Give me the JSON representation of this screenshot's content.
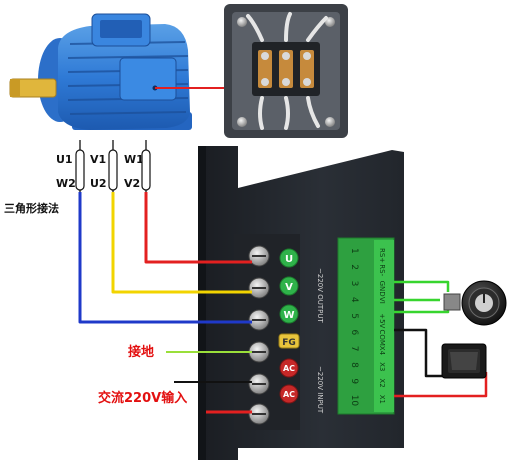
{
  "motor": {
    "terminals_top": [
      "U1",
      "V1",
      "W1"
    ],
    "terminals_bottom": [
      "W2",
      "U2",
      "V2"
    ],
    "connection_label": "三角形接法"
  },
  "drive": {
    "output_terminals": [
      "U",
      "V",
      "W"
    ],
    "ground_terminal": "FG",
    "input_terminals": [
      "AC",
      "AC"
    ],
    "output_caption": "~220V OUTPUT",
    "input_caption": "~220V INPUT",
    "control_numbers": [
      "1",
      "2",
      "3",
      "4",
      "5",
      "6",
      "7",
      "8",
      "9",
      "10"
    ],
    "control_labels": [
      "RS+",
      "RS-",
      "GND",
      "VI",
      "+5V",
      "COM",
      "X4",
      "X3",
      "X2",
      "X1"
    ]
  },
  "labels": {
    "ground": "接地",
    "ac_input": "交流220V输入"
  },
  "colors": {
    "wire_u": "#e32020",
    "wire_v": "#f2d400",
    "wire_w": "#1f39c9",
    "wire_ground": "#9adf3a",
    "wire_control": "#37d52e",
    "terminal_green": "#2fb24a",
    "terminal_red": "#c62828",
    "label_red": "#e31010"
  }
}
